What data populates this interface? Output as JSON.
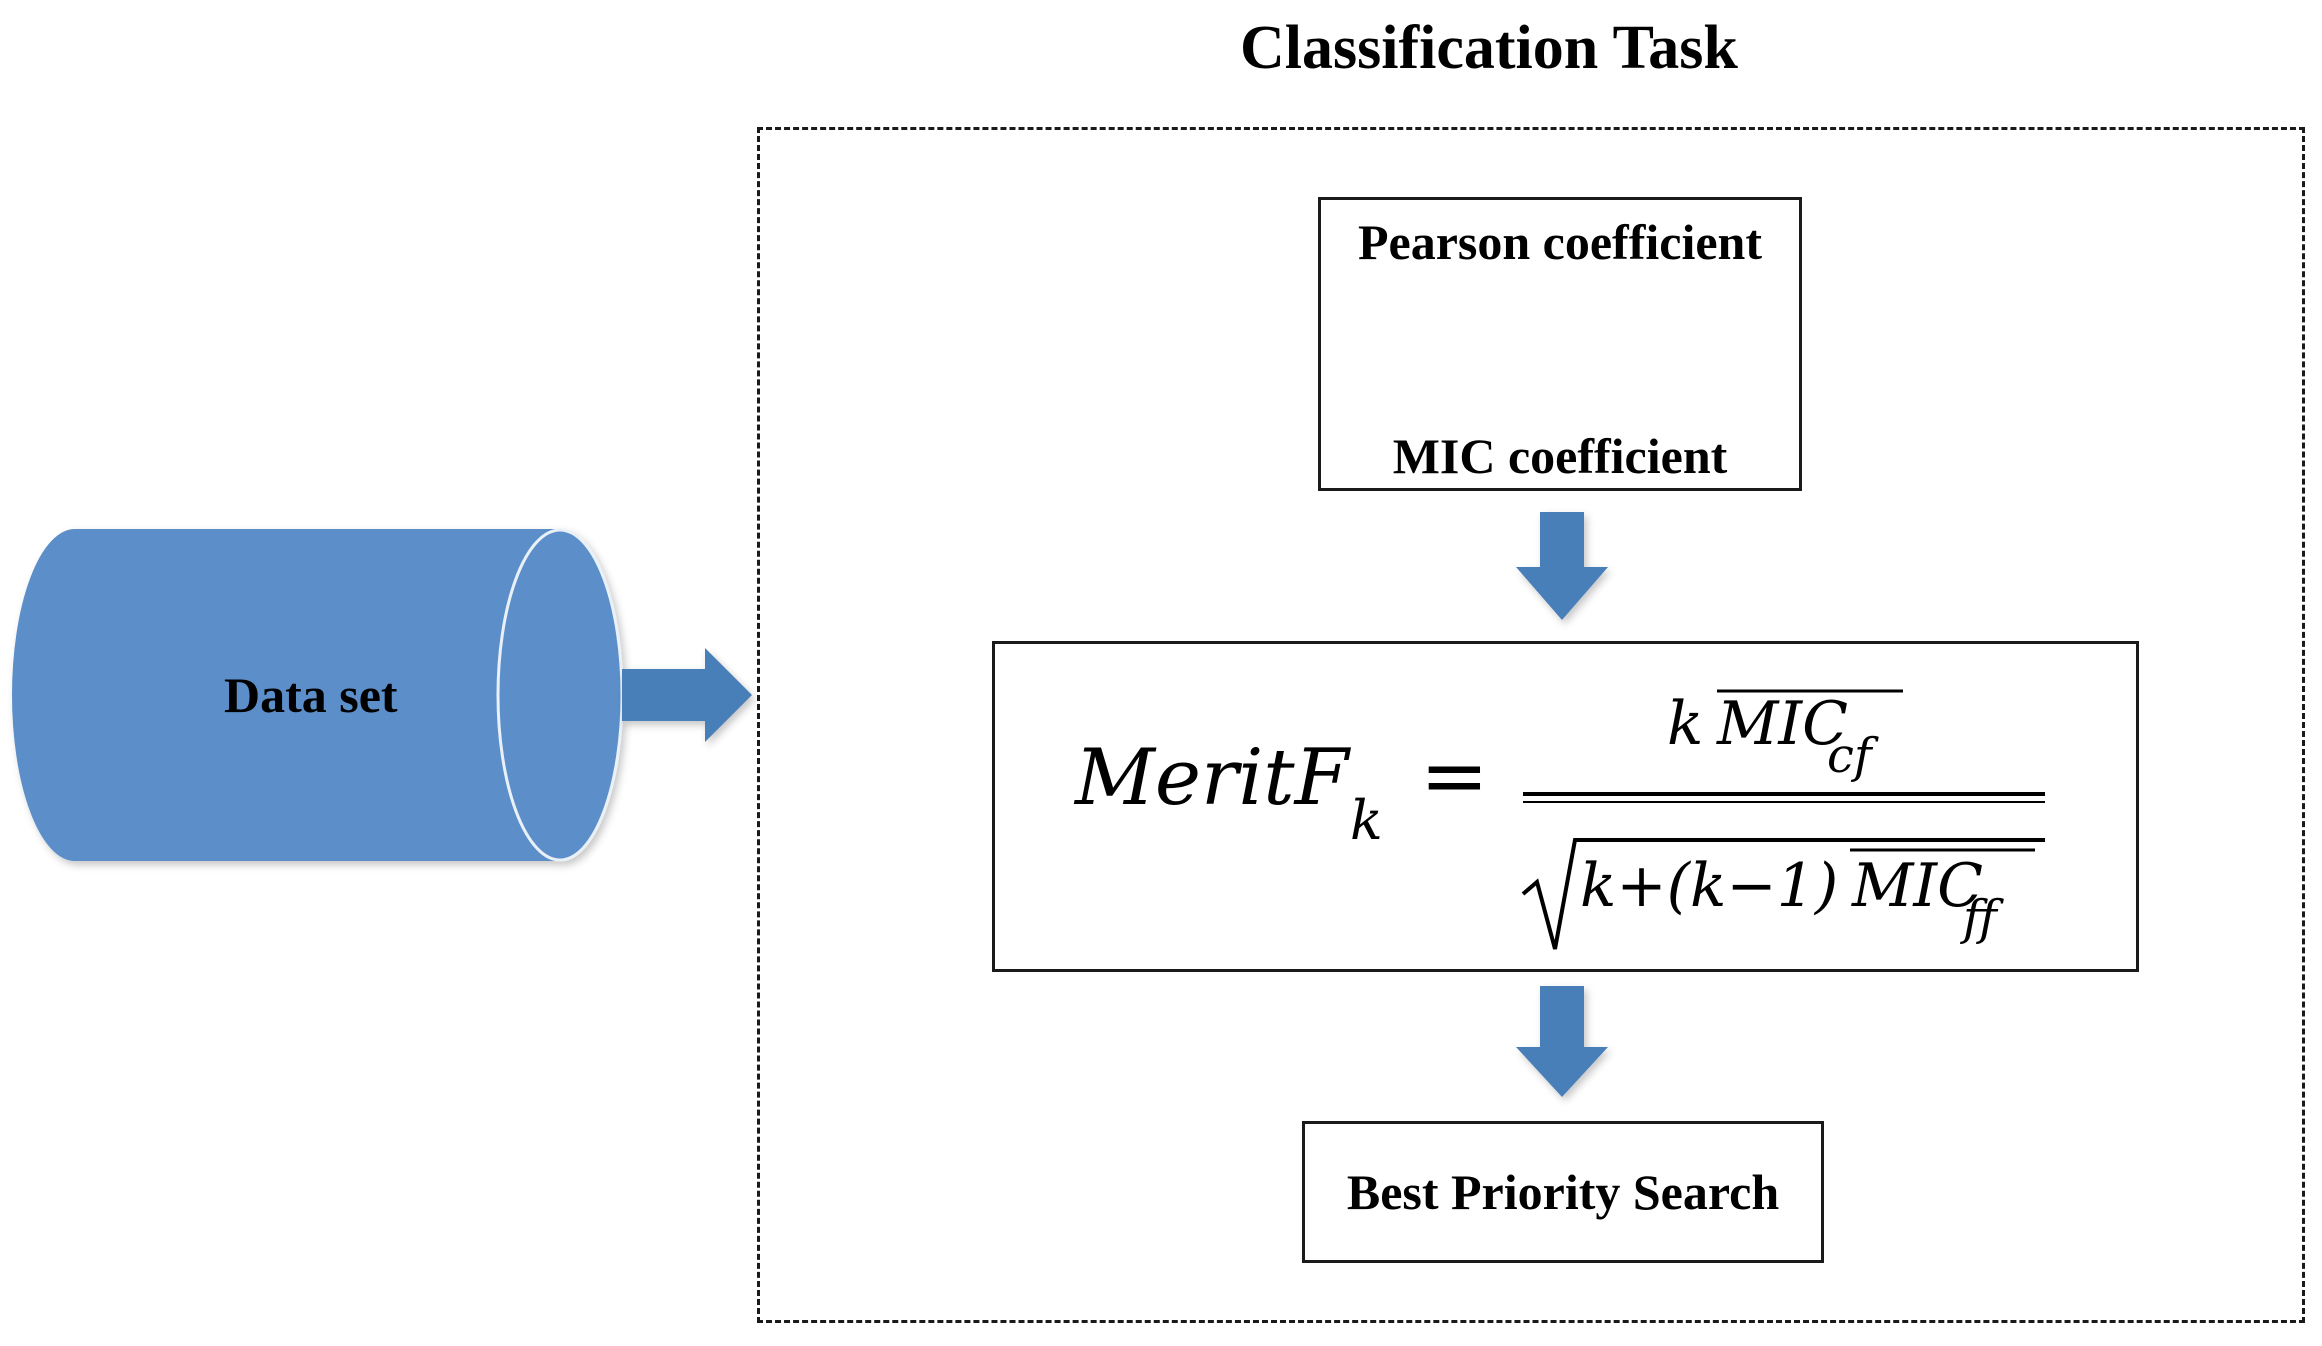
{
  "title": "Classification Task",
  "dataset": {
    "label": "Data set"
  },
  "steps": {
    "pearson": "Pearson coefficient",
    "mic": "MIC coefficient",
    "search": "Best Priority Search"
  },
  "formula": {
    "lhs": "MeritF",
    "lhs_subscript": "k",
    "equals": "=",
    "numerator_coef": "k",
    "numerator_term": "MIC",
    "numerator_subscript": "cf",
    "denominator_prefix": "k+(k−1)",
    "denominator_term": "MIC",
    "denominator_subscript": "ff"
  },
  "colors": {
    "shape_fill": "#5b8fc9",
    "arrow_fill": "#4a7fb8",
    "outline": "#1a1a1a"
  }
}
